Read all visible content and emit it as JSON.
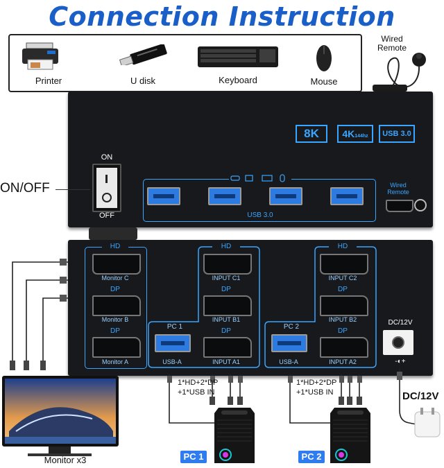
{
  "title": "Connection Instruction",
  "peripherals": [
    {
      "label": "Printer",
      "icon": "printer-icon"
    },
    {
      "label": "U disk",
      "icon": "usb-drive-icon"
    },
    {
      "label": "Keyboard",
      "icon": "keyboard-icon"
    },
    {
      "label": "Mouse",
      "icon": "mouse-icon"
    }
  ],
  "wired_remote_label": "Wired\nRemote",
  "front": {
    "badges": [
      "8K",
      "4K",
      "USB 3.0"
    ],
    "badge_4k_sub": "144hz",
    "switch_on": "ON",
    "switch_off": "OFF",
    "onoff_label": "ON/OFF",
    "usb_label": "USB 3.0",
    "wired_remote": "Wired\nRemote"
  },
  "back": {
    "monitor_c": "Monitor C",
    "monitor_b": "Monitor B",
    "monitor_a": "Monitor A",
    "hd": "HD",
    "dp": "DP",
    "pc1": "PC 1",
    "pc2": "PC 2",
    "usb_a": "USB-A",
    "input_c1": "INPUT C1",
    "input_b1": "INPUT B1",
    "input_a1": "INPUT A1",
    "input_c2": "INPUT C2",
    "input_b2": "INPUT B2",
    "input_a2": "INPUT A2",
    "dc_label": "DC/12V",
    "polarity": "-◐+"
  },
  "cable_note_line1": "1*HD+2*DP",
  "cable_note_line2": "+1*USB IN",
  "dc_adapter_label": "DC/12V",
  "monitor_label": "Monitor x3",
  "pc1_badge": "PC 1",
  "pc2_badge": "PC 2",
  "colors": {
    "accent": "#3aa6ff",
    "title": "#1a5fc8",
    "panel": "#17191c",
    "pc_badge": "#2e7cf0"
  }
}
